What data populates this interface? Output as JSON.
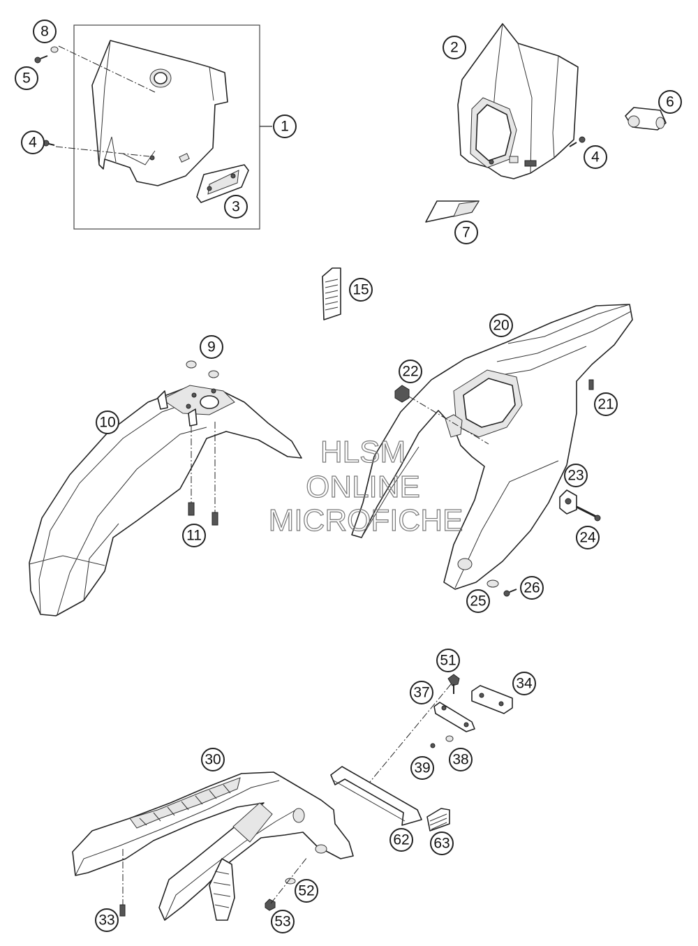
{
  "callouts": {
    "c1": "1",
    "c2": "2",
    "c3": "3",
    "c4a": "4",
    "c4b": "4",
    "c5": "5",
    "c6": "6",
    "c7": "7",
    "c8": "8",
    "c9": "9",
    "c10": "10",
    "c11": "11",
    "c15": "15",
    "c20": "20",
    "c21": "21",
    "c22": "22",
    "c23": "23",
    "c24": "24",
    "c25": "25",
    "c26": "26",
    "c30": "30",
    "c33": "33",
    "c34": "34",
    "c37": "37",
    "c38": "38",
    "c39": "39",
    "c51": "51",
    "c52": "52",
    "c53": "53",
    "c62": "62",
    "c63": "63"
  },
  "watermark": {
    "line1": "HLSM",
    "line2": "ONLINE",
    "line3": "MICROFICHE"
  }
}
